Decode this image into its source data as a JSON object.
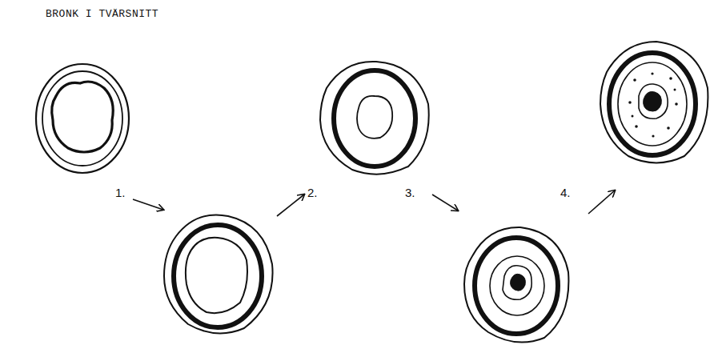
{
  "diagram": {
    "title": "BRONK I TVÄRSNITT",
    "labels": [
      "1.",
      "2.",
      "3.",
      "4."
    ]
  }
}
